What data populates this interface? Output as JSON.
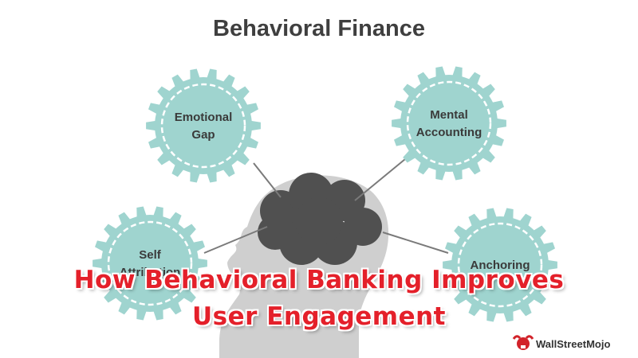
{
  "title": "Behavioral Finance",
  "nodes": [
    {
      "lines": [
        "Emotional",
        "Gap"
      ]
    },
    {
      "lines": [
        "Mental",
        "Accounting"
      ]
    },
    {
      "lines": [
        "Self",
        "Attribution"
      ]
    },
    {
      "lines": [
        "Anchoring"
      ]
    }
  ],
  "overlay": {
    "line1": "How Behavioral Banking Improves",
    "line2": "User Engagement"
  },
  "watermark": "WallStreetMojo",
  "colors": {
    "gear": "#9fd4cf",
    "gear_inner_ring": "#ffffff",
    "head": "#cfcfcf",
    "brain": "#505050",
    "overlay_text": "#e4202a",
    "connector": "#7a7a7a"
  },
  "icons": [
    "gear-icon",
    "head-silhouette",
    "brain-icon",
    "bull-logo-icon"
  ]
}
